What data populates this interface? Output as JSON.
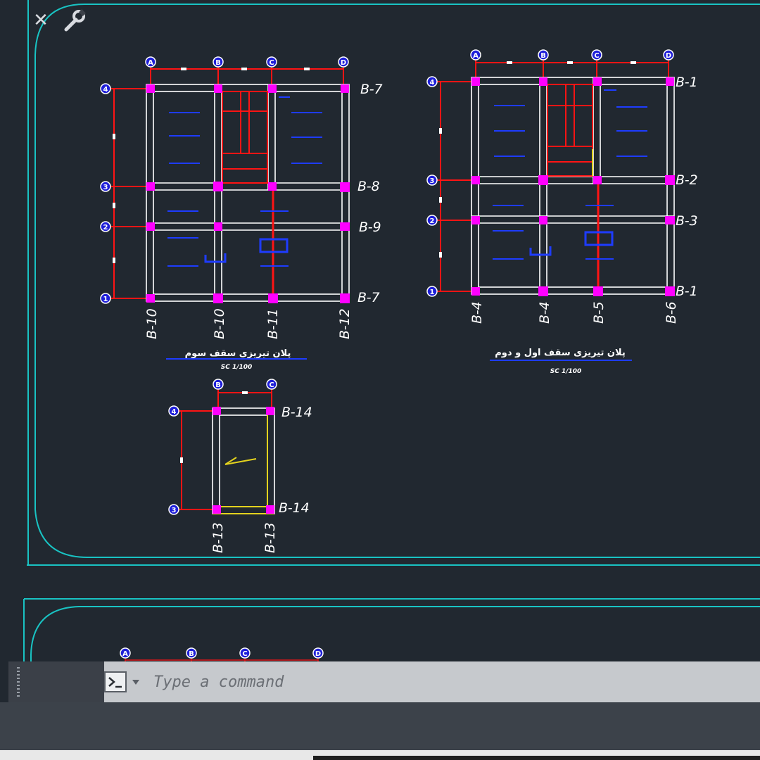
{
  "drawing": {
    "plan_third": {
      "title": "پلان تیریزی سقف سوم",
      "scale": "SC 1/100",
      "grid_cols": [
        "A",
        "B",
        "C",
        "D"
      ],
      "grid_rows": [
        "4",
        "3",
        "2",
        "1"
      ],
      "right_labels": [
        "B-7",
        "B-8",
        "B-9",
        "B-7"
      ],
      "bottom_labels": [
        "B-10",
        "B-10",
        "B-11",
        "B-12"
      ]
    },
    "plan_first_second": {
      "title": "پلان تیریزی سقف اول و دوم",
      "scale": "SC 1/100",
      "grid_cols": [
        "A",
        "B",
        "C",
        "D"
      ],
      "grid_rows": [
        "4",
        "3",
        "2",
        "1"
      ],
      "right_labels": [
        "B-1",
        "B-2",
        "B-3",
        "B-1"
      ],
      "bottom_labels": [
        "B-4",
        "B-4",
        "B-5",
        "B-6"
      ]
    },
    "plan_roof": {
      "grid_cols": [
        "B",
        "C"
      ],
      "grid_rows": [
        "4",
        "3"
      ],
      "right_labels": [
        "B-14",
        "B-14"
      ],
      "bottom_labels": [
        "B-13",
        "B-13"
      ]
    },
    "lower_sheet": {
      "grid_cols": [
        "A",
        "B",
        "C",
        "D"
      ]
    }
  },
  "command_line": {
    "placeholder": "Type a command",
    "close_icon": "close-icon",
    "customize_icon": "wrench-icon",
    "prompt_icon": "command-prompt-icon"
  },
  "colors": {
    "background": "#212830",
    "border": "#19c3c3",
    "beam": "#ffffff",
    "grid_red": "#ff1414",
    "column": "#ff00ff",
    "joist": "#1e3cff",
    "stair_accent": "#e3d21e"
  }
}
